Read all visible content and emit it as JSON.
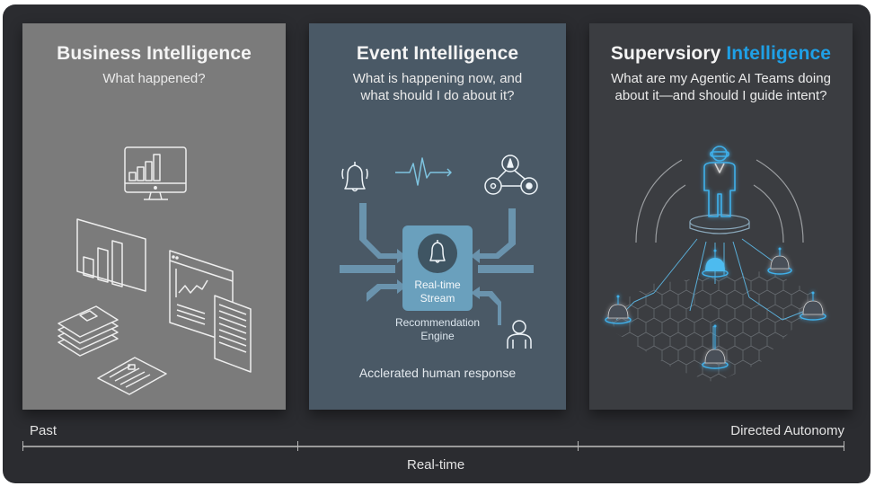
{
  "panels": [
    {
      "id": "business",
      "title": "Business Intelligence",
      "subtitle": "What happened?",
      "background": "#7b7b7b",
      "icons": [
        "monitor-bar-chart-icon",
        "bar-chart-board-icon",
        "browser-line-chart-icon",
        "document-stack-icon",
        "report-sheet-icon"
      ]
    },
    {
      "id": "event",
      "title": "Event Intelligence",
      "subtitle_line1": "What is happening now, and",
      "subtitle_line2": "what should I do about it?",
      "background": "#4a5966",
      "icons": [
        "bell-alert-icon",
        "pulse-wave-icon",
        "network-nodes-icon",
        "user-icon"
      ],
      "hub_label_line1": "Real-time",
      "hub_label_line2": "Stream",
      "engine_label_line1": "Recommendation",
      "engine_label_line2": "Engine",
      "footer": "Acclerated human response"
    },
    {
      "id": "supervisory",
      "title_part1": "Supervsiory",
      "title_part2": "Intelligence",
      "subtitle_line1": "What are my Agentic AI Teams doing",
      "subtitle_line2": "about it—and should I guide intent?",
      "background": "#3b3d41",
      "accent": "#1fa0e6",
      "icons": [
        "supervisor-figure-icon",
        "agent-bot-icon",
        "hex-grid-icon"
      ]
    }
  ],
  "timeline": {
    "start_label": "Past",
    "middle_label": "Real-time",
    "end_label": "Directed Autonomy"
  }
}
